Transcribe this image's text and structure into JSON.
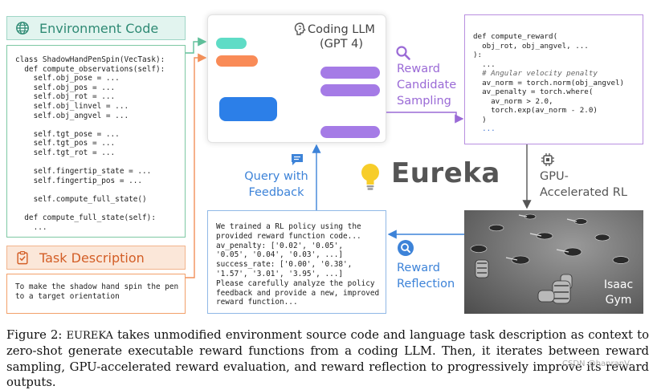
{
  "environment": {
    "header": "Environment Code",
    "code": "class ShadowHandPenSpin(VecTask):\n  def compute_observations(self):\n    self.obj_pose = ...\n    self.obj_pos = ...\n    self.obj_rot = ...\n    self.obj_linvel = ...\n    self.obj_angvel = ...\n\n    self.tgt_pose = ...\n    self.tgt_pos = ...\n    self.tgt_rot = ...\n\n    self.fingertip_state = ...\n    self.fingertip_pos = ...\n\n    self.compute_full_state()\n\n  def compute_full_state(self):\n    ..."
  },
  "task": {
    "header": "Task Description",
    "text": "To make the shadow hand spin the pen\nto a target orientation"
  },
  "llm": {
    "title_line1": "Coding LLM",
    "title_line2": "(GPT 4)"
  },
  "sampling": {
    "line1": "Reward",
    "line2": "Candidate",
    "line3": "Sampling"
  },
  "reward_code": {
    "code_a": "def compute_reward(\n  obj_rot, obj_angvel, ...\n):\n  ...",
    "comment": "  # Angular velocity penalty",
    "code_b": "  av_norm = torch.norm(obj_angvel)\n  av_penalty = torch.where(\n    av_norm > 2.0,\n    torch.exp(av_norm - 2.0)\n  )",
    "ellipsis": "  ..."
  },
  "gpu": {
    "line1": "GPU-",
    "line2": "Accelerated RL"
  },
  "eureka_logo": "Eureka",
  "isaac": {
    "line1": "Isaac",
    "line2": "Gym"
  },
  "reflection": {
    "line1": "Reward",
    "line2": "Reflection"
  },
  "feedback": {
    "text": "We trained a RL policy using the\nprovided reward function code...\nav_penalty: ['0.02', '0.05',\n'0.05', '0.04', '0.03', ...]\nsuccess_rate: ['0.00', '0.38',\n'1.57', '3.01', '3.95', ...]\nPlease carefully analyze the policy\nfeedback and provide a new, improved\nreward function..."
  },
  "query": {
    "line1": "Query with",
    "line2": "Feedback"
  },
  "caption": {
    "prefix": "Figure 2: ",
    "eureka_name": "Eureka",
    "body": " takes unmodified environment source code and language task description as context to zero-shot generate executable reward functions from a coding LLM. Then, it iterates between reward sampling, GPU-accelerated reward evaluation, and reward reflection to progressively improve its reward outputs."
  },
  "watermark": "CSDN @hanranV",
  "colors": {
    "env_green": "#2f8a74",
    "task_orange": "#d35e26",
    "sampling_purple": "#9a6ad6",
    "feedback_blue": "#3d83d8",
    "bubble_teal": "#5fdcc6",
    "bubble_orange": "#f98b57",
    "bubble_blue": "#2c7fe8",
    "bubble_purple": "#a57be6",
    "bulb_yellow": "#f7cd2a"
  },
  "icons": [
    "globe-icon",
    "clipboard-icon",
    "brain-icon",
    "search-icon",
    "chat-icon",
    "gpu-chip-icon",
    "lightbulb-icon"
  ]
}
